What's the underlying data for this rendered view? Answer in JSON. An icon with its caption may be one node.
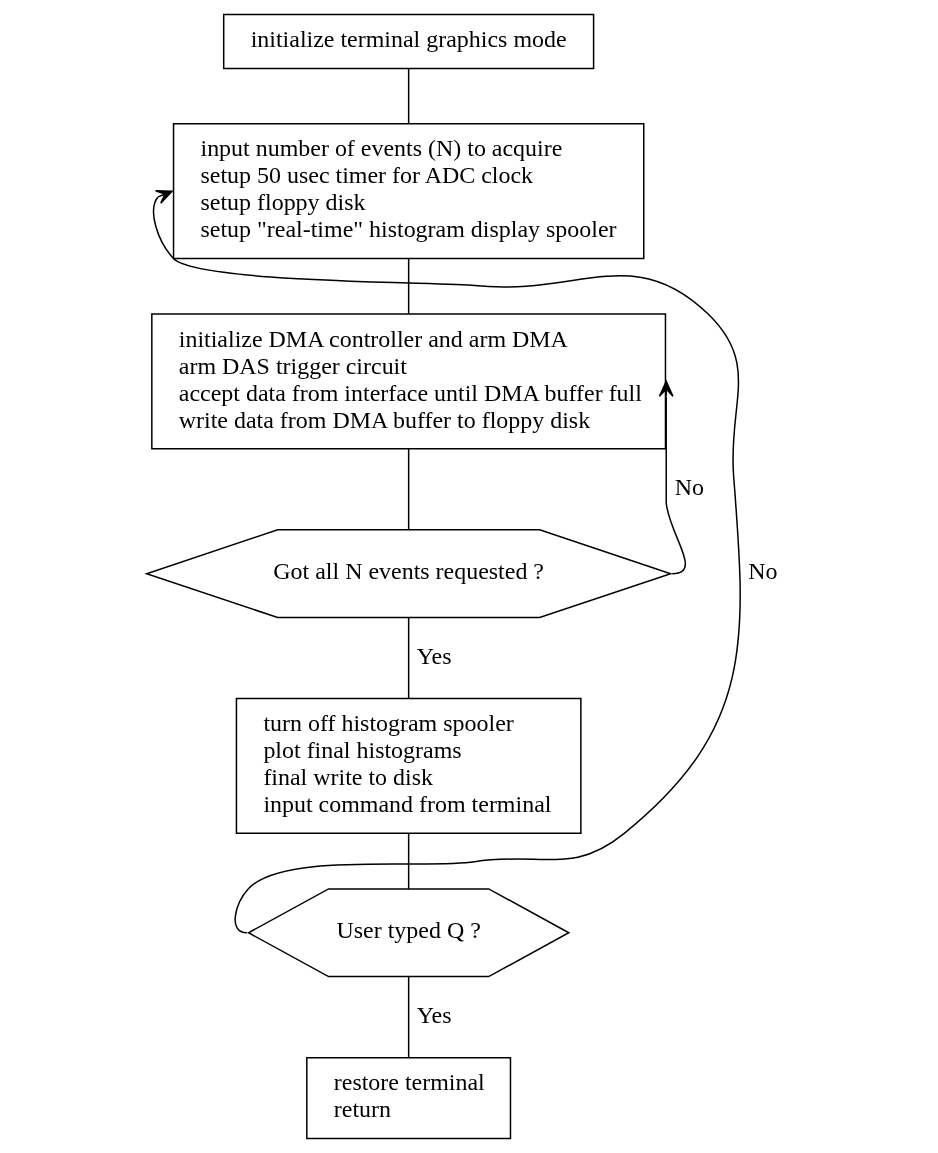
{
  "diagram": {
    "nodes": [
      {
        "text": [
          "initialize terminal graphics mode"
        ]
      },
      {
        "text": [
          "input number of events (N) to acquire",
          "setup 50 usec timer for ADC clock",
          "setup floppy disk",
          "setup \"real-time\" histogram display spooler"
        ]
      },
      {
        "text": [
          "initialize DMA controller and arm DMA",
          "arm DAS trigger circuit",
          "accept data from interface until DMA buffer full",
          "write data from DMA buffer to floppy disk"
        ]
      },
      {
        "text": [
          "Got all N events requested ?"
        ]
      },
      {
        "text": [
          "turn off histogram spooler",
          "plot final histograms",
          "final write to disk",
          "input command from terminal"
        ]
      },
      {
        "text": [
          "User typed Q ?"
        ]
      },
      {
        "text": [
          "restore terminal",
          "return"
        ]
      }
    ],
    "edges": [
      {
        "from": 0,
        "to": 1,
        "arrow": "none"
      },
      {
        "from": 1,
        "to": 2,
        "arrow": "none"
      },
      {
        "from": 2,
        "to": 3,
        "arrow": "none"
      },
      {
        "from": 3,
        "to": 2,
        "arrow": "to",
        "label": "No"
      },
      {
        "from": 3,
        "to": 4,
        "arrow": "none",
        "label": "Yes"
      },
      {
        "from": 4,
        "to": 5,
        "arrow": "none"
      },
      {
        "from": 5,
        "to": 1,
        "arrow": "to",
        "label": "No"
      },
      {
        "from": 5,
        "to": 6,
        "arrow": "none",
        "label": "Yes"
      }
    ]
  }
}
